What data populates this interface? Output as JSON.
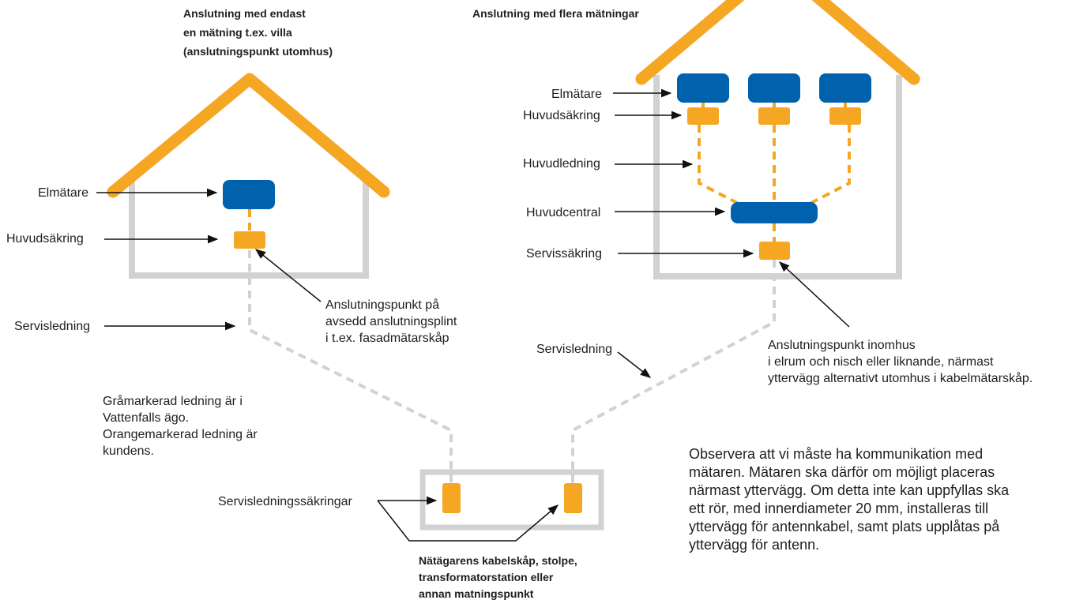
{
  "colors": {
    "vattenfall_grey": "#d2d2d2",
    "customer_orange": "#f5a623",
    "meter_blue": "#0062ad",
    "text": "#1e1e1e"
  },
  "left_house": {
    "title": [
      "Anslutning med endast",
      "en mätning t.ex. villa",
      "(anslutningspunkt utomhus)"
    ],
    "meter_label": "Elmätare",
    "main_fuse_label": "Huvudsäkring",
    "service_line_label": "Servisledning",
    "connection_point": [
      "Anslutningspunkt på",
      "avsedd anslutningsplint",
      "i t.ex. fasadmätarskåp"
    ]
  },
  "right_house": {
    "title": "Anslutning med flera mätningar",
    "meter_label": "Elmätare",
    "main_fuse_label": "Huvudsäkring",
    "main_line_label": "Huvudledning",
    "main_panel_label": "Huvudcentral",
    "service_fuse_label": "Servissäkring",
    "service_line_label": "Servisledning",
    "connection_point": [
      "Anslutningspunkt inomhus",
      "i elrum och nisch eller liknande, närmast",
      "yttervägg alternativt utomhus i kabelmätarskåp."
    ]
  },
  "legend": [
    "Gråmarkerad ledning är i",
    "Vattenfalls ägo.",
    "Orangemarkerad ledning är",
    "kundens."
  ],
  "cabinet": {
    "fuses_label": "Servisledningssäkringar",
    "title": [
      "Nätägarens kabelskåp, stolpe,",
      "transformatorstation eller",
      "annan matningspunkt"
    ]
  },
  "notice": [
    "Observera att vi måste ha kommunikation med",
    "mätaren. Mätaren ska därför om möjligt placeras",
    "närmast yttervägg. Om detta inte kan uppfyllas ska",
    "ett rör, med innerdiameter 20 mm, installeras till",
    "yttervägg för antennkabel, samt plats upplåtas på",
    "yttervägg för antenn."
  ]
}
